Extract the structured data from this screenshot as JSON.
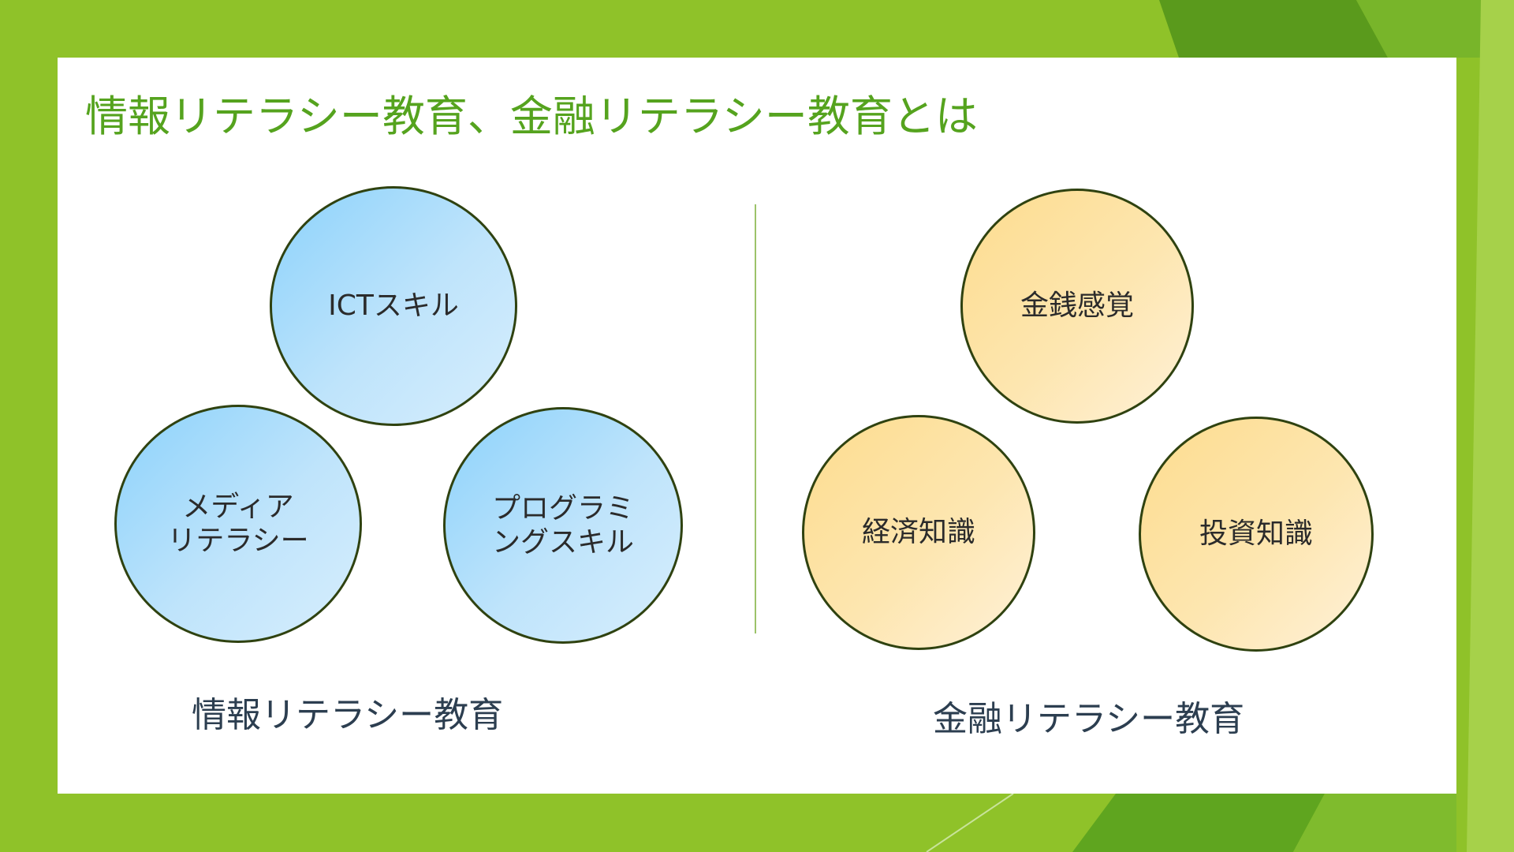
{
  "slide": {
    "title": "情報リテラシー教育、金融リテラシー教育とは"
  },
  "info_literacy": {
    "caption": "情報リテラシー教育",
    "circles": [
      {
        "line1": "ICTスキル",
        "line2": ""
      },
      {
        "line1": "メディア",
        "line2": "リテラシー"
      },
      {
        "line1": "プログラミ",
        "line2": "ングスキル"
      }
    ]
  },
  "financial_literacy": {
    "caption": "金融リテラシー教育",
    "circles": [
      {
        "line1": "金銭感覚",
        "line2": ""
      },
      {
        "line1": "経済知識",
        "line2": ""
      },
      {
        "line1": "投資知識",
        "line2": ""
      }
    ]
  },
  "colors": {
    "background": "#8fc229",
    "title": "#55a31e",
    "circle_border": "#2f4210",
    "info_circle": "#8cd2fb",
    "finance_circle": "#fddc8e"
  }
}
